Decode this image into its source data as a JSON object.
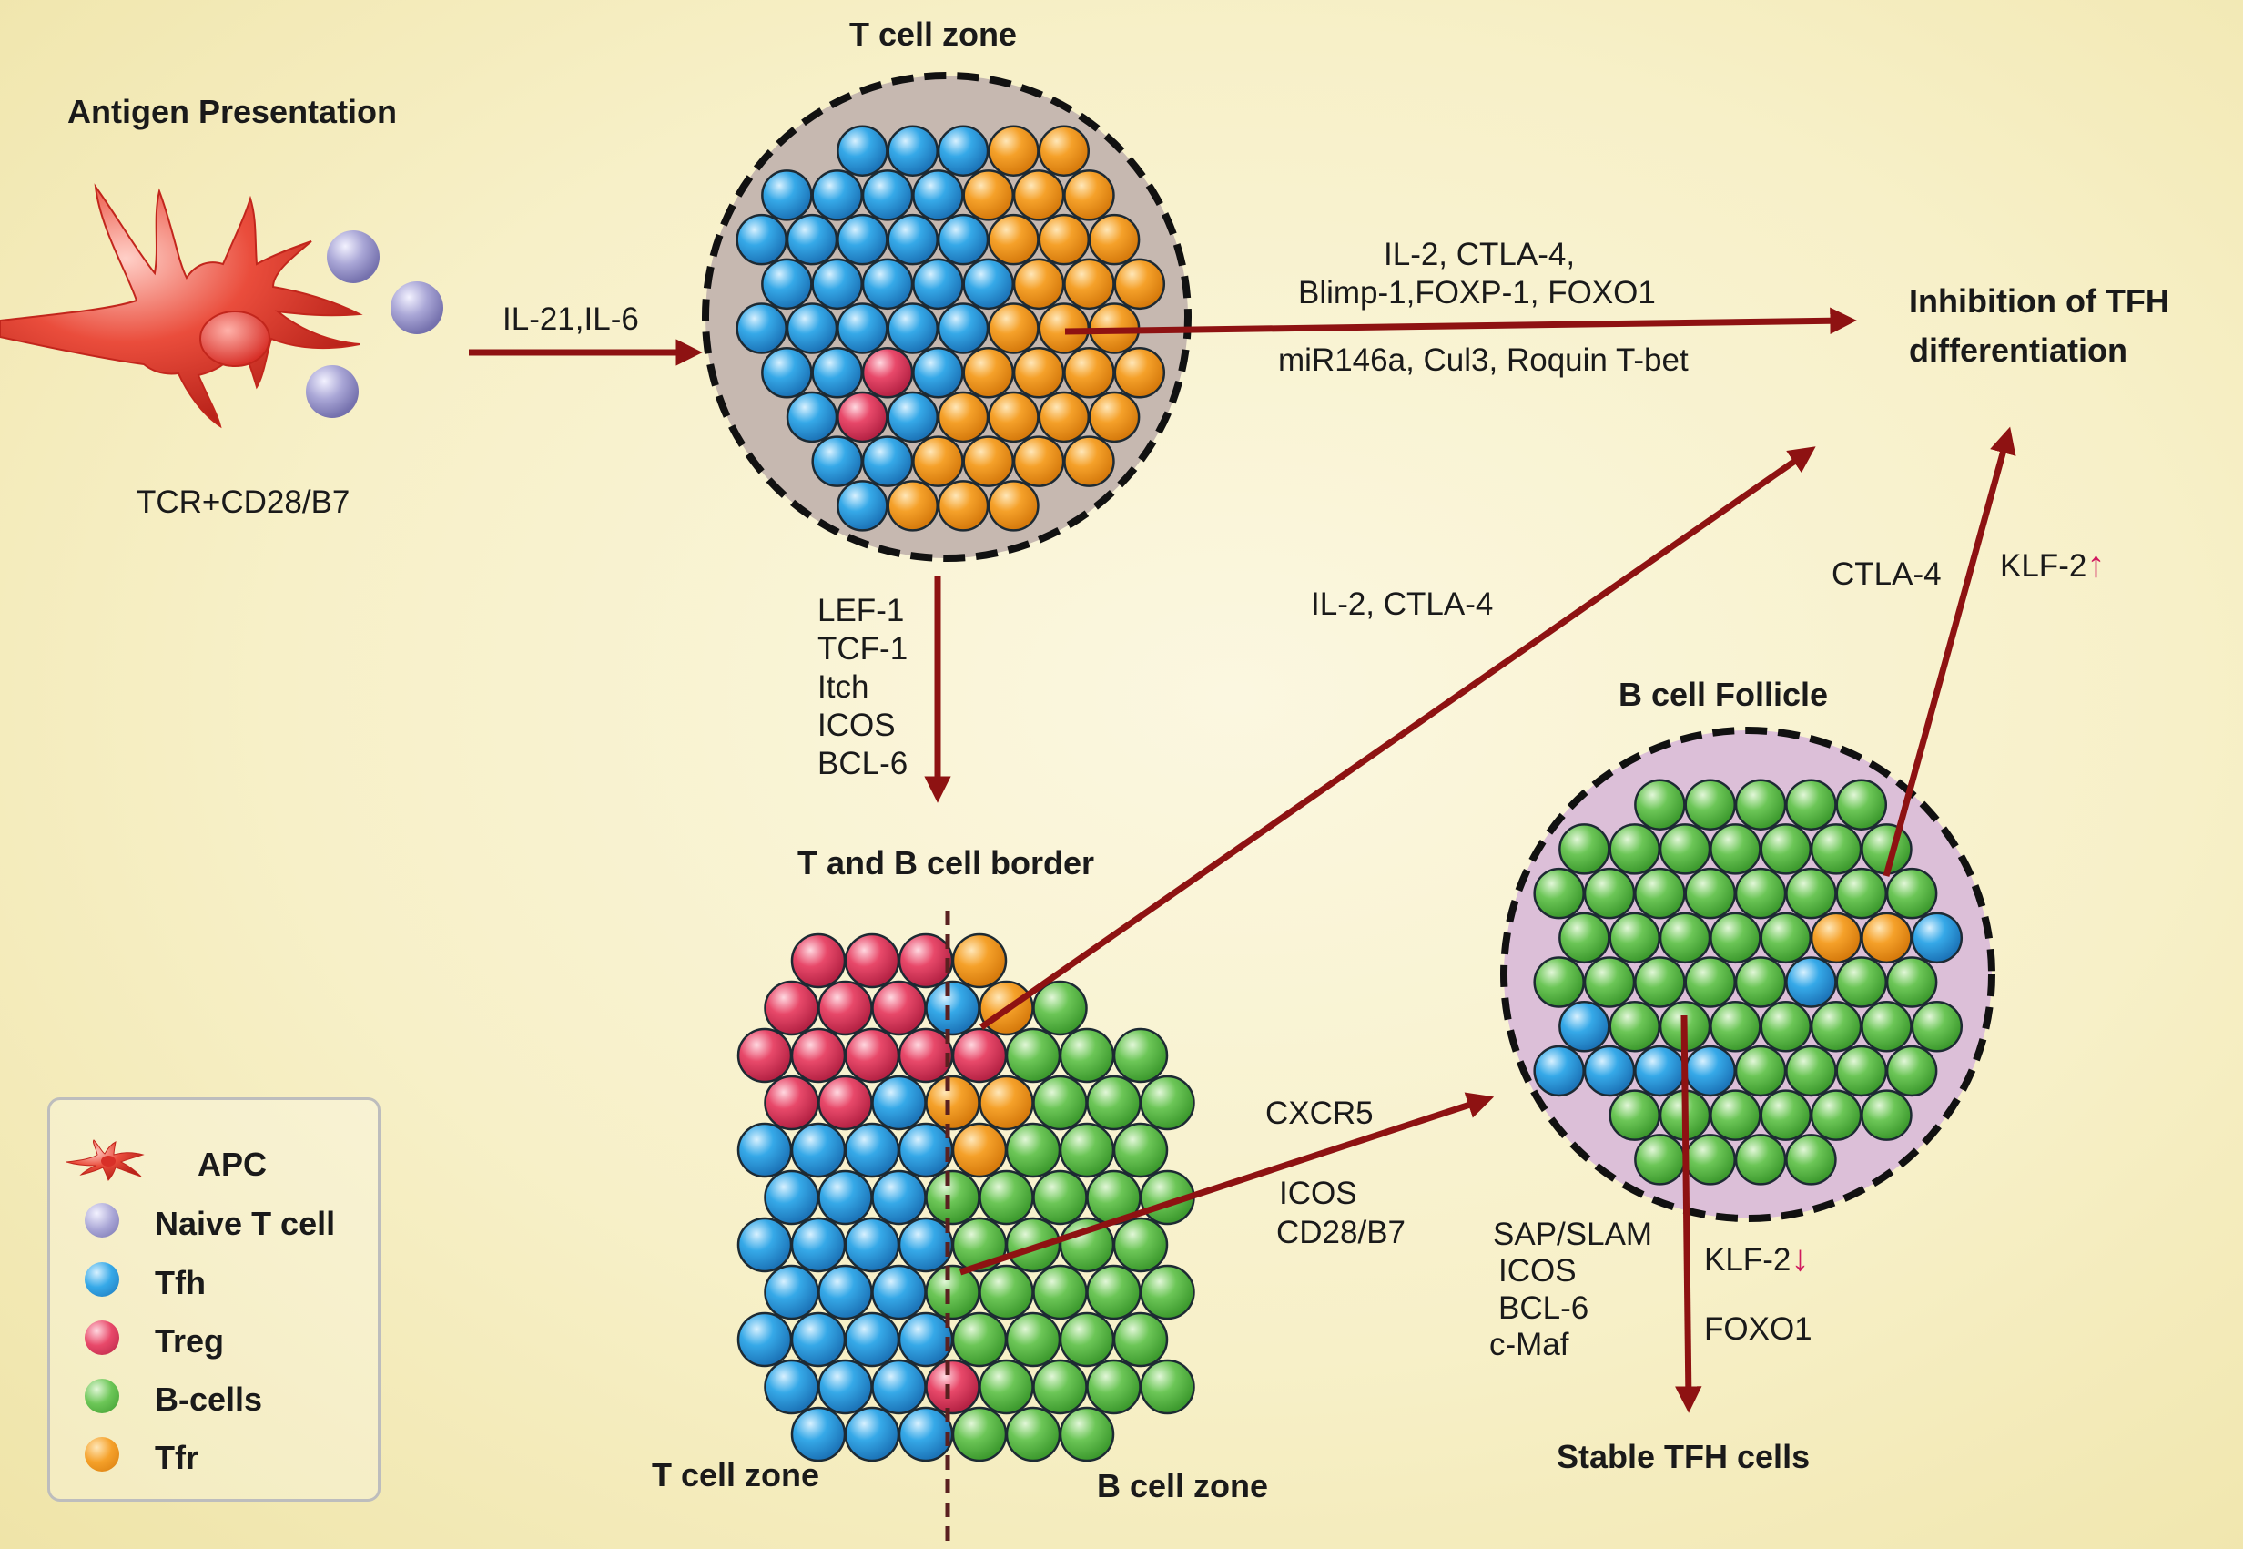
{
  "titles": {
    "antigen_presentation": "Antigen Presentation",
    "t_cell_zone_top": "T cell zone",
    "inhibition": [
      "Inhibition of TFH",
      "differentiation"
    ],
    "border": "T and B cell border",
    "b_cell_follicle": "B cell Follicle",
    "t_cell_zone_bottom": "T cell zone",
    "b_cell_zone": "B cell zone",
    "stable_tfh": "Stable TFH cells"
  },
  "labels": {
    "apc_signal": "TCR+CD28/B7",
    "il21_il6": "IL-21,IL-6",
    "inhibit_line1": "IL-2, CTLA-4,",
    "inhibit_line2": "Blimp-1,FOXP-1, FOXO1",
    "inhibit_line3": "miR146a, Cul3, Roquin T-bet",
    "border_inhibit": "IL-2, CTLA-4",
    "tfr_ctla4": "CTLA-4",
    "klf2_up": "KLF-2",
    "klf2_down": "KLF-2",
    "foxo1": "FOXO1",
    "cxcr5": "CXCR5",
    "icos": "ICOS",
    "cd28_b7": "CD28/B7",
    "down_factors": [
      "LEF-1",
      "TCF-1",
      "Itch",
      "ICOS",
      "BCL-6"
    ],
    "stable_factors": [
      "SAP/SLAM",
      "ICOS",
      "BCL-6",
      "c-Maf"
    ]
  },
  "legend": [
    {
      "key": "apc",
      "label": "APC",
      "color": "#e8413f"
    },
    {
      "key": "naive",
      "label": "Naive T cell",
      "color": "#a9a6d6"
    },
    {
      "key": "tfh",
      "label": "Tfh",
      "color": "#36a9e8"
    },
    {
      "key": "treg",
      "label": "Treg",
      "color": "#e8496a"
    },
    {
      "key": "bcell",
      "label": "B-cells",
      "color": "#6cc657"
    },
    {
      "key": "tfr",
      "label": "Tfr",
      "color": "#f5a12a"
    }
  ],
  "colors": {
    "arrow": "#8e1212",
    "apc": "#e8413f",
    "naive": "#a9a6d6",
    "tfh": "#36a9e8",
    "treg": "#e8496a",
    "bcell": "#6cc657",
    "tfr": "#f5a12a",
    "tzone_bg": "#c6b8b0",
    "follicle_bg": "#dcbfd8",
    "up_down_arrow": "#d0195e"
  },
  "icons": {
    "up_arrow": "↑",
    "down_arrow": "↓"
  }
}
